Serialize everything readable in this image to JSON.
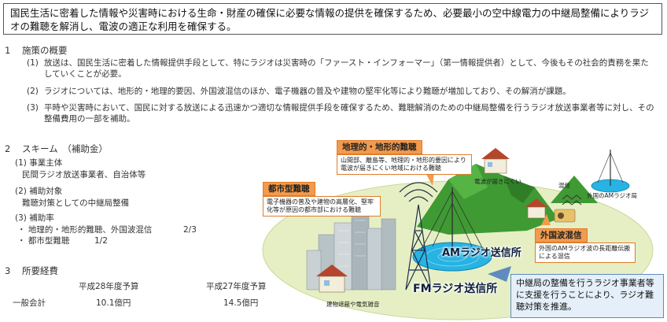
{
  "goal": "国民生活に密着した情報や災害時における生命・財産の確保に必要な情報の提供を確保するため、必要最小の空中線電力の中継局整備によりラジオの難聴を解消し、電波の適正な利用を確保する。",
  "section1": {
    "number": "1",
    "title": "施策の概要",
    "items": [
      {
        "num": "(1)",
        "text": "放送は、国民生活に密着した情報提供手段として、特にラジオは災害時の「ファースト・インフォーマー」（第一情報提供者）として、今後もその社会的責務を果たしていくことが必要。"
      },
      {
        "num": "(2)",
        "text": "ラジオについては、地形的・地理的要因、外国波混信のほか、電子機器の普及や建物の堅牢化等により難聴が増加しており、その解消が課題。"
      },
      {
        "num": "(3)",
        "text": "平時や災害時において、国民に対する放送による迅速かつ適切な情報提供手段を確保するため、難聴解消のための中継局整備を行うラジオ放送事業者等に対し、その整備費用の一部を補助。"
      }
    ]
  },
  "section2": {
    "number": "2",
    "title": "スキーム　（補助金）",
    "lines": [
      "(1) 事業主体",
      "民間ラジオ放送事業者、自治体等",
      "(2) 補助対象",
      "難聴対策としての中継局整備",
      "(3) 補助率",
      "・ 地理的・地形的難聴、外国波混信",
      "2/3",
      "・ 都市型難聴",
      "1/2"
    ]
  },
  "section3": {
    "number": "3",
    "title": "所要経費",
    "col1": "平成28年度予算",
    "col2": "平成27年度予算",
    "row_label": "一般会計",
    "val1": "10.1億円",
    "val2": "14.5億円"
  },
  "diagram": {
    "geo_title": "地理的・地形的難聴",
    "geo_body": "山間部、離島等、地理的・地形的要因により電波が届きにくい地域における難聴",
    "urban_title": "都市型難聴",
    "urban_body": "電子機器の普及や建物の高層化、堅牢化等が原因の都市部における難聴",
    "foreign_title": "外国波混信",
    "foreign_body": "外国のAMラジオ波の長距離伝搬による混信",
    "tag_weak": "電波が届きにくい",
    "tag_interference": "混信",
    "tag_foreign_station": "外国のAMラジオ局",
    "tag_building": "建物遮蔽や電気雑音",
    "am_label": "AMラジオ送信所",
    "fm_label": "FMラジオ送信所",
    "note": "中継局の整備を行うラジオ事業者等に支援を行うことにより、ラジオ難聴対策を推進。",
    "colors": {
      "orange": "#f29a4d",
      "ellipse": "#e6efc4",
      "mountain": "#3f9a34",
      "cyan": "#27b3e3",
      "note_bg": "#e4eff9"
    }
  }
}
